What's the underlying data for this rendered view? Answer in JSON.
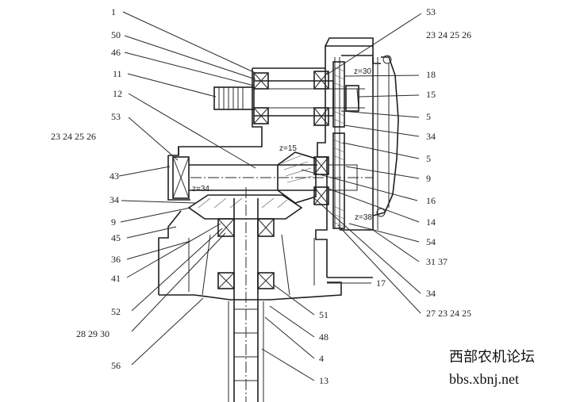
{
  "labels": {
    "n1": "1",
    "n53a": "53",
    "n50": "50",
    "n46": "46",
    "n11": "11",
    "n12": "12",
    "n53b": "53",
    "n43": "43",
    "n34a": "34",
    "n9a": "9",
    "n45": "45",
    "n36": "36",
    "n41": "41",
    "n52": "52",
    "n28_30": "28 29 30",
    "n56": "56",
    "n23_26a": "23 24 25 26",
    "n23_26b": "23 24 25 26",
    "n18": "18",
    "n15": "15",
    "n5a": "5",
    "n34b": "34",
    "n5b": "5",
    "n9b": "9",
    "n16": "16",
    "n14": "14",
    "n54": "54",
    "n31_37": "31 37",
    "n17": "17",
    "n34c": "34",
    "n27_25": "27 23 24 25",
    "n51": "51",
    "n48": "48",
    "n4": "4",
    "n13": "13"
  },
  "dims": {
    "z30": "z=30",
    "z15": "z=15",
    "z34": "z=34",
    "z38": "z=38"
  },
  "watermark": {
    "title": "西部农机论坛",
    "url": "bbs.xbnj.net"
  }
}
